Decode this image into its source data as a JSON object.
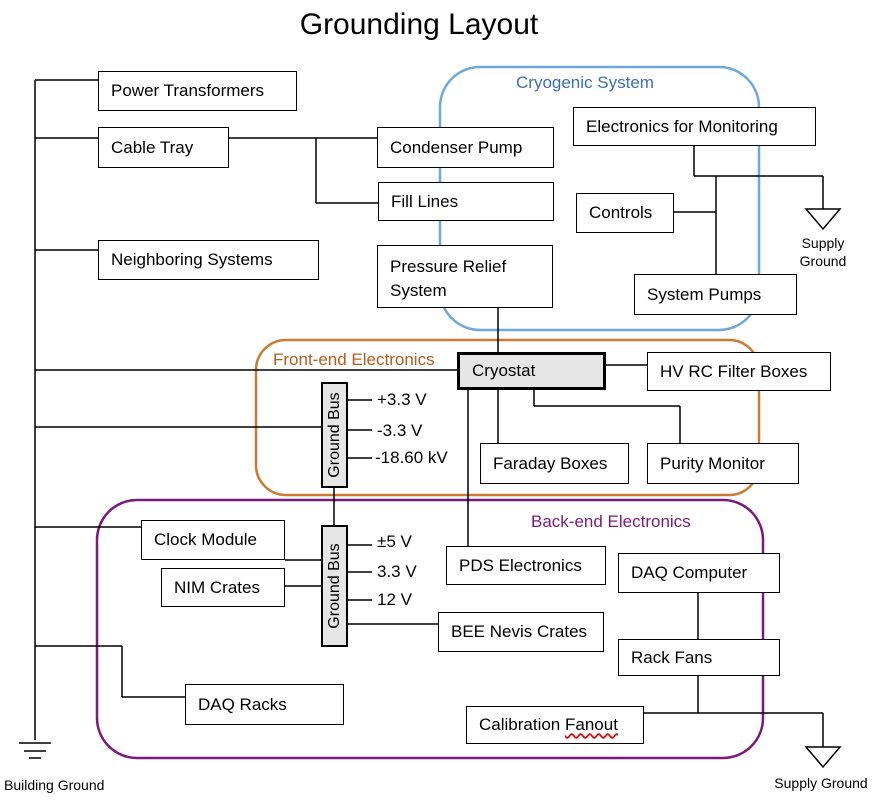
{
  "title": "Grounding Layout",
  "groups": {
    "cryogenic": "Cryogenic System",
    "frontend": "Front-end Electronics",
    "backend": "Back-end Electronics"
  },
  "boxes": {
    "power_transformers": "Power Transformers",
    "cable_tray": "Cable Tray",
    "neighboring_systems": "Neighboring Systems",
    "condenser_pump": "Condenser Pump",
    "fill_lines": "Fill Lines",
    "pressure_relief_1": "Pressure Relief",
    "pressure_relief_2": "System",
    "electronics_monitoring": "Electronics for Monitoring",
    "controls": "Controls",
    "system_pumps": "System Pumps",
    "cryostat": "Cryostat",
    "hv_rc_filter": "HV RC Filter Boxes",
    "faraday_boxes": "Faraday Boxes",
    "purity_monitor": "Purity Monitor",
    "clock_module": "Clock Module",
    "nim_crates": "NIM Crates",
    "pds_electronics": "PDS Electronics",
    "daq_computer": "DAQ Computer",
    "bee_nevis": "BEE Nevis Crates",
    "rack_fans": "Rack Fans",
    "daq_racks": "DAQ Racks",
    "calibration_fanout_a": "Calibration ",
    "calibration_fanout_b": "Fanout"
  },
  "ground_bus_label": "Ground Bus",
  "frontend_voltages": [
    "+3.3 V",
    "-3.3 V",
    "-18.60 kV"
  ],
  "backend_voltages": [
    "±5 V",
    "3.3 V",
    "12 V"
  ],
  "grounds": {
    "building": "Building Ground",
    "supply_1a": "Supply",
    "supply_1b": "Ground",
    "supply_2": "Supply Ground"
  },
  "colors": {
    "cryogenic": "#6fa8dc",
    "frontend": "#cc7a33",
    "backend": "#7a1a7a",
    "cryogenic_text": "#3d6fb5",
    "frontend_text": "#b85c1c",
    "backend_text": "#7a1a7a",
    "highlight_fill": "#e6e6e6"
  }
}
